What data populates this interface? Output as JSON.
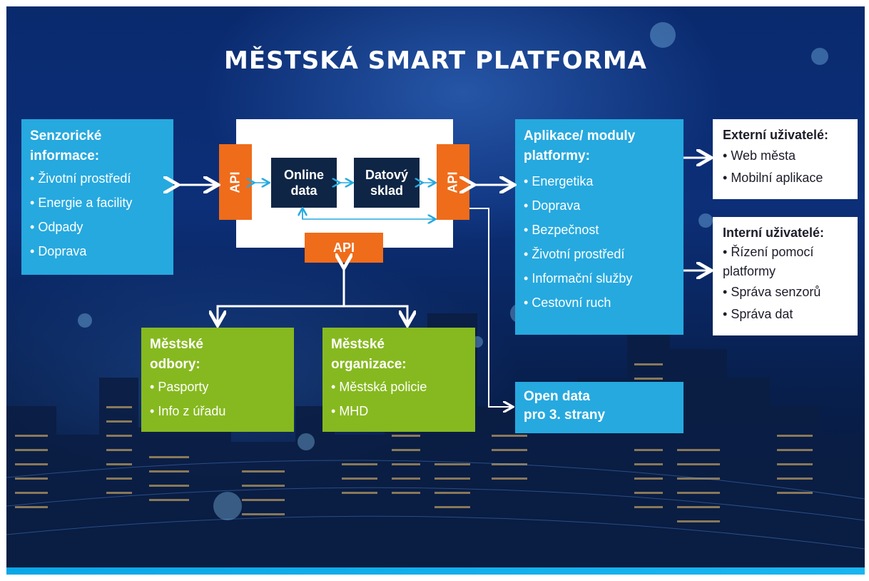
{
  "title": "MĚSTSKÁ SMART PLATFORMA",
  "colors": {
    "blue_box": "#26a9df",
    "green_box": "#86b91f",
    "orange_api": "#ef6c1a",
    "navy_box": "#0f2545",
    "background": "#0c2f78"
  },
  "sensor": {
    "title": "Senzorické informace:",
    "items": [
      "Životní prostředí",
      "Energie a facility",
      "Odpady",
      "Doprava"
    ]
  },
  "platform": {
    "api_left": "API",
    "api_right": "API",
    "api_bottom": "API",
    "online_data": "Online data",
    "data_warehouse": "Datový sklad"
  },
  "apps": {
    "title": "Aplikace/ moduly platformy:",
    "items": [
      "Energetika",
      "Doprava",
      "Bezpečnost",
      "Životní prostředí",
      "Informační služby",
      "Cestovní ruch"
    ]
  },
  "external": {
    "title": "Externí uživatelé:",
    "items": [
      "Web města",
      "Mobilní aplikace"
    ]
  },
  "internal": {
    "title": "Interní uživatelé:",
    "items": [
      "Řízení pomocí platformy",
      "Správa senzorů",
      "Správa dat"
    ]
  },
  "departments": {
    "title": "Městské odbory:",
    "items": [
      "Pasporty",
      "Info z úřadu"
    ]
  },
  "organizations": {
    "title": "Městské organizace:",
    "items": [
      "Městská policie",
      "MHD"
    ]
  },
  "open_data": {
    "title": "Open data pro 3. strany"
  }
}
